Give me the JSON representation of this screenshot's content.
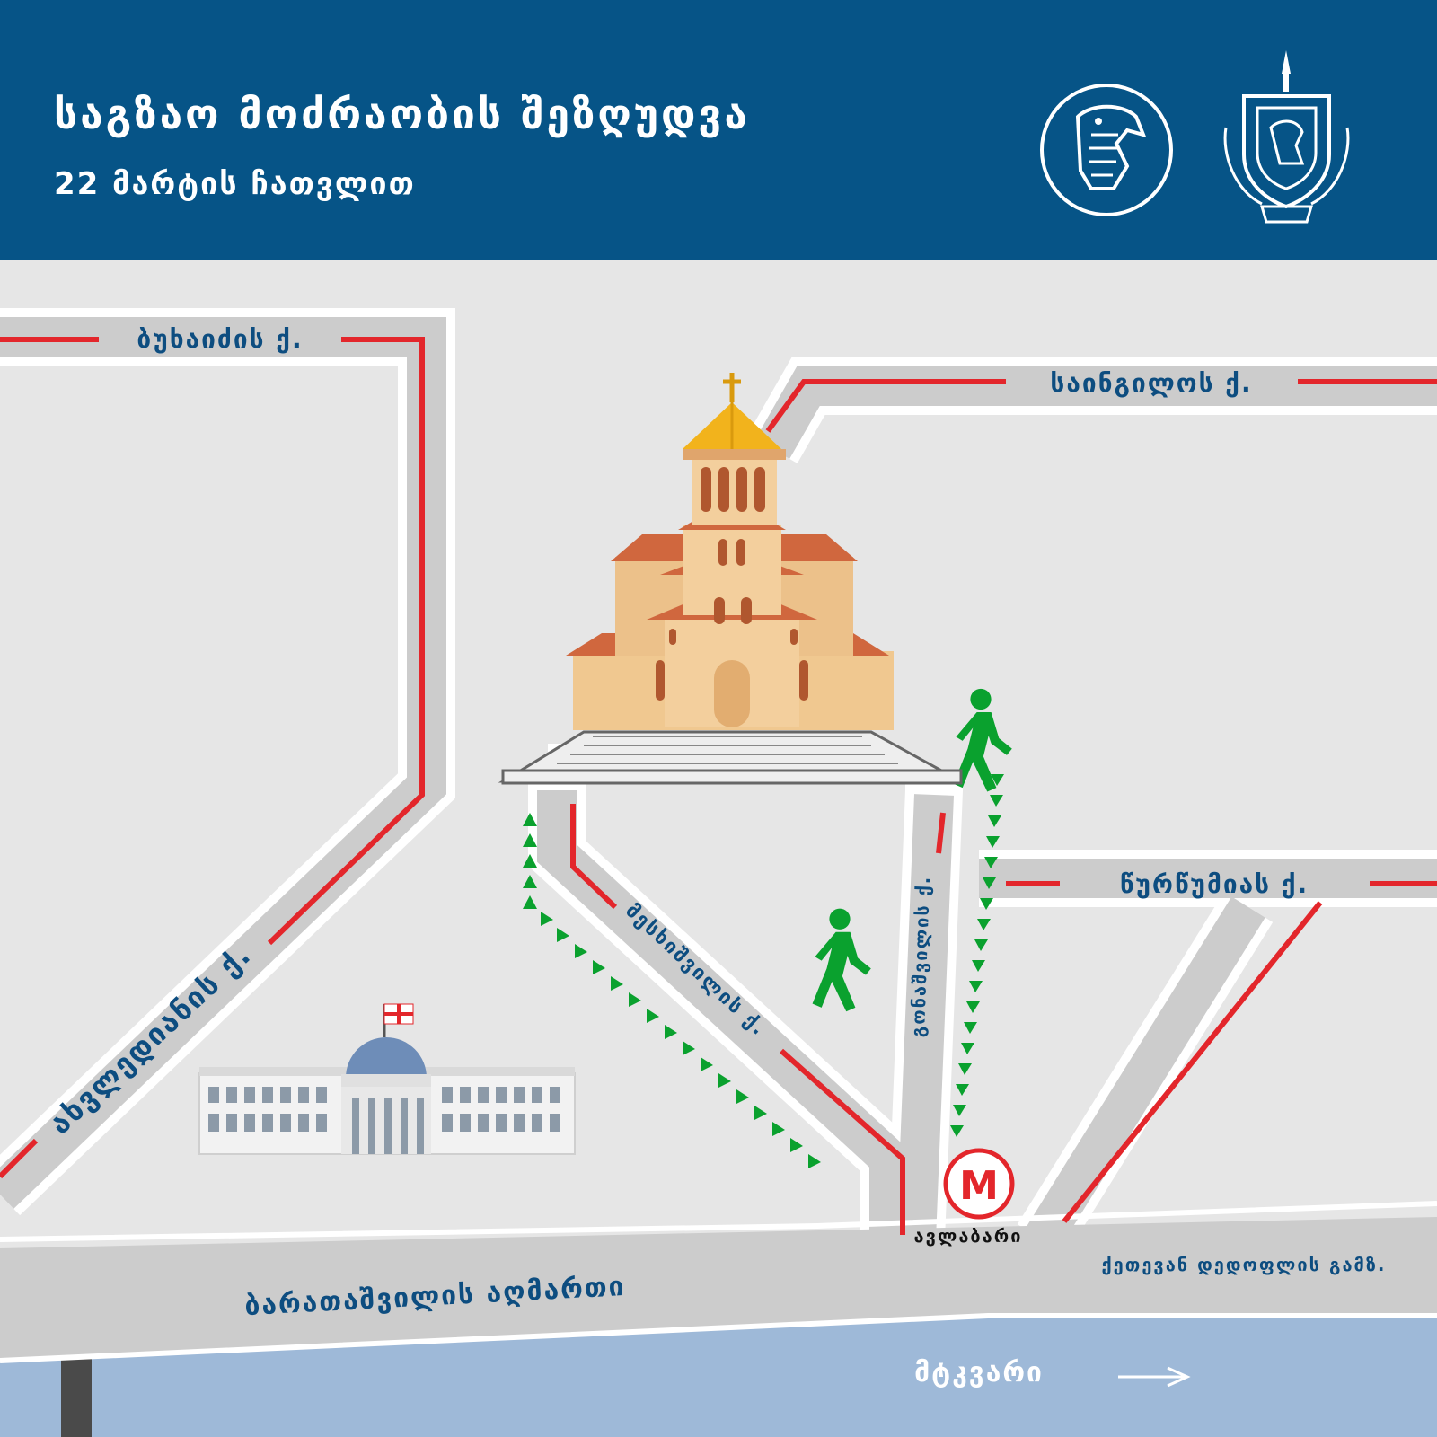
{
  "header": {
    "title": "საგზაო მოძრაობის შეზღუდვა",
    "subtitle": "22 მარტის ჩათვლით",
    "background_color": "#065487"
  },
  "logos": [
    {
      "icon": "eagle-emblem-icon"
    },
    {
      "icon": "police-coat-of-arms-icon"
    }
  ],
  "streets": {
    "bukhaidze": "ბუხაიძის ქ.",
    "saingilo": "საინგილოს ქ.",
    "tsurtsumia": "წურწუმიას ქ.",
    "akhvlediani": "ახვლედიანის ქ.",
    "meskhishvili": "მესხიშვილის ქ.",
    "gonashvili": "გონაშვილის ქ.",
    "baratashvili": "ბარათაშვილის აღმართი",
    "ketevan": "ქეთევან დედოფლის გამზ.",
    "river": "მტკვარი"
  },
  "metro": {
    "letter": "M",
    "station": "ავლაბარი"
  },
  "colors": {
    "road": "#cccccc",
    "road_edge": "#ffffff",
    "ground": "#e6e6e6",
    "closure": "#e3262b",
    "pedestrian": "#0aa12e",
    "river": "#9eb9d8",
    "label": "#0d4d80"
  }
}
